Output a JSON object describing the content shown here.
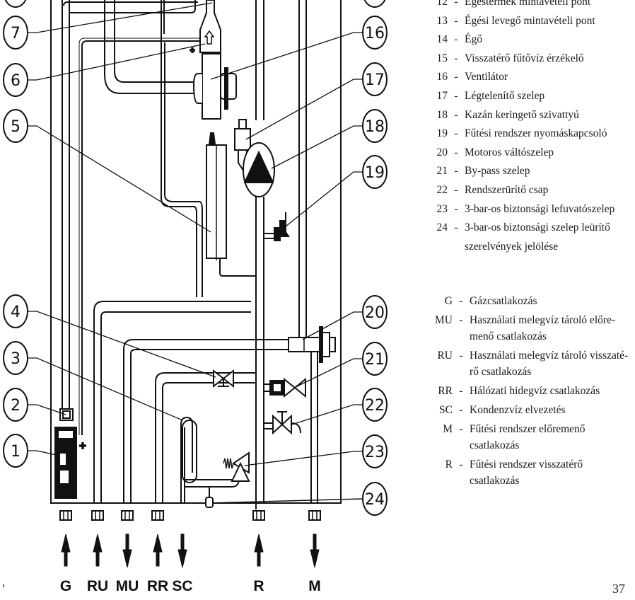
{
  "diagram": {
    "callouts_left": [
      "7",
      "6",
      "5",
      "4",
      "3",
      "2",
      "1"
    ],
    "callouts_right": [
      "16",
      "17",
      "18",
      "19",
      "20",
      "21",
      "22",
      "23",
      "24"
    ],
    "connections": [
      {
        "code": "G",
        "direction": "in"
      },
      {
        "code": "RU",
        "direction": "in"
      },
      {
        "code": "MU",
        "direction": "out"
      },
      {
        "code": "RR",
        "direction": "in"
      },
      {
        "code": "SC",
        "direction": "out"
      },
      {
        "code": "R",
        "direction": "in"
      },
      {
        "code": "M",
        "direction": "out"
      }
    ]
  },
  "legend_numbered": [
    {
      "code": "12",
      "text": "Égéstermék mintavételi pont"
    },
    {
      "code": "13",
      "text": "Égési levegő mintavételi pont"
    },
    {
      "code": "14",
      "text": "Égő"
    },
    {
      "code": "15",
      "text": "Visszatérő fűtővíz érzékelő"
    },
    {
      "code": "16",
      "text": "Ventilátor"
    },
    {
      "code": "17",
      "text": "Légtelenítő szelep"
    },
    {
      "code": "18",
      "text": "Kazán keringető szivattyú"
    },
    {
      "code": "19",
      "text": "Fűtési rendszer nyomáskapcsoló"
    },
    {
      "code": "20",
      "text": "Motoros váltószelep"
    },
    {
      "code": "21",
      "text": " By-pass szelep"
    },
    {
      "code": "22",
      "text": "Rendszerürítő csap"
    },
    {
      "code": "23",
      "text": "3-bar-os biztonsági lefuvatószelep"
    },
    {
      "code": "24",
      "text": "3-bar-os biztonsági szelep leürítő szerelvények jelölése"
    }
  ],
  "legend_letters": [
    {
      "code": "G",
      "text": "Gázcsatlakozás"
    },
    {
      "code": "MU",
      "text": "Használati melegvíz tároló előre-menő csatlakozás"
    },
    {
      "code": "RU",
      "text": "Használati melegvíz tároló visszaté-rő csatlakozás"
    },
    {
      "code": "RR",
      "text": "Hálózati hidegvíz csatlakozás"
    },
    {
      "code": "SC",
      "text": "Kondenzvíz elvezetés"
    },
    {
      "code": "M",
      "text": "Fűtési rendszer előremenő csatlakozás"
    },
    {
      "code": "R",
      "text": "Fűtési rendszer visszatérő csatlakozás"
    }
  ],
  "page_number": "37"
}
